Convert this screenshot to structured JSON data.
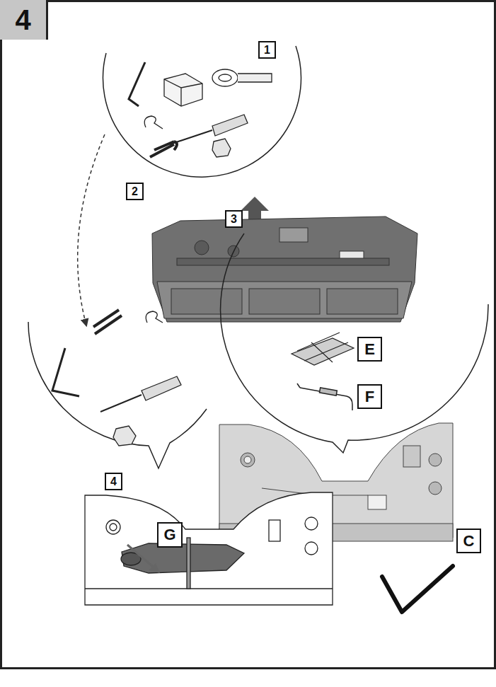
{
  "diagram": {
    "nodes": [
      {
        "text": [
          "4"
        ]
      },
      {
        "text": [
          "1"
        ]
      },
      {
        "text": [
          "2"
        ]
      },
      {
        "text": [
          "3"
        ]
      },
      {
        "text": [
          "E"
        ]
      },
      {
        "text": [
          "F"
        ]
      },
      {
        "text": [
          "4"
        ]
      },
      {
        "text": [
          "G"
        ]
      },
      {
        "text": [
          "C"
        ]
      }
    ]
  }
}
